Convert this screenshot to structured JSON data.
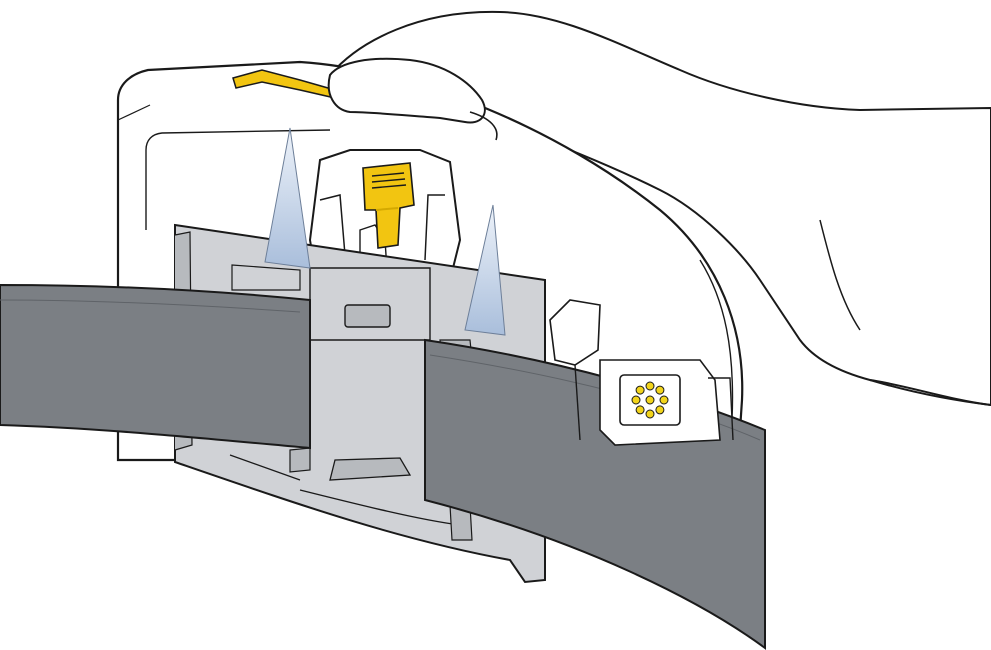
{
  "illustration": {
    "subject": "",
    "elements": {
      "hand": "hand",
      "device": "device-body",
      "release-tab": "yellow-release-tab",
      "belt-clip": "belt-clip",
      "belt": "belt-strap",
      "connector": "connector-pins",
      "arrows": "up-direction-arrows"
    }
  },
  "colors": {
    "background": "#ffffff",
    "outline": "#1a1a1a",
    "device_body": "#ffffff",
    "hand_skin": "#ffffff",
    "release_tab": "#f2c511",
    "release_tab_dark": "#d4a900",
    "belt_clip": "#d0d2d6",
    "belt_clip_shadow": "#b7babe",
    "belt_strap": "#7b7f84",
    "belt_strap_dark": "#5f6368",
    "arrow_light": "#eef3fa",
    "arrow_dark": "#a9bedb",
    "connector_pin": "#f2d41b"
  },
  "connector_pin_count": 9
}
